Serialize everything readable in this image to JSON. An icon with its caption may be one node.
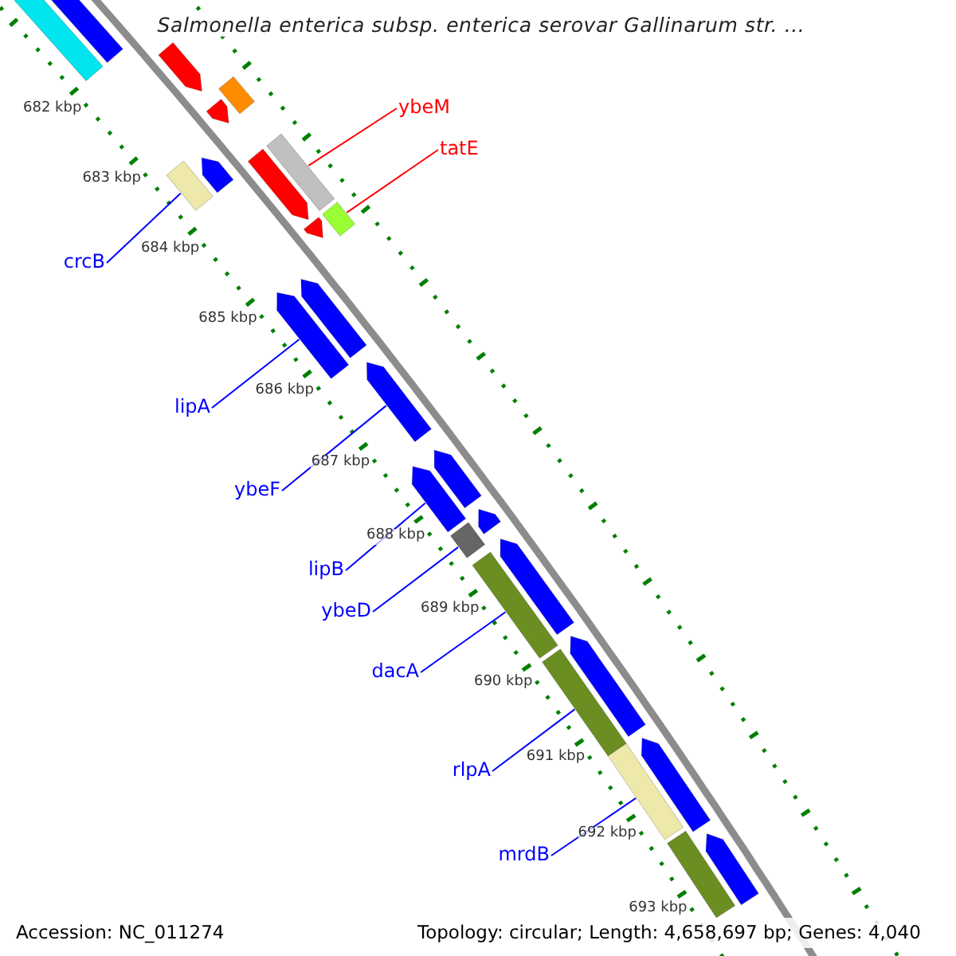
{
  "diagram": {
    "title": "Salmonella enterica subsp. enterica serovar Gallinarum str. ...",
    "nodes": [
      {
        "text": [
          "ybeM"
        ]
      },
      {
        "text": [
          "tatE"
        ]
      },
      {
        "text": [
          "crcB"
        ]
      },
      {
        "text": [
          "lipA"
        ]
      },
      {
        "text": [
          "ybeF"
        ]
      },
      {
        "text": [
          "lipB"
        ]
      },
      {
        "text": [
          "ybeD"
        ]
      },
      {
        "text": [
          "dacA"
        ]
      },
      {
        "text": [
          "rlpA"
        ]
      },
      {
        "text": [
          "mrdB"
        ]
      },
      {
        "text": [],
        "shape": "bar"
      },
      {
        "text": [],
        "shape": "arrow"
      },
      {
        "text": [],
        "shape": "arrow"
      },
      {
        "text": [],
        "shape": "bar"
      },
      {
        "text": [],
        "shape": "arrow"
      },
      {
        "text": [],
        "shape": "bar"
      },
      {
        "text": [],
        "shape": "arrow"
      },
      {
        "text": [],
        "shape": "arrow"
      },
      {
        "text": [],
        "shape": "bar"
      },
      {
        "text": [],
        "shape": "arrow"
      },
      {
        "text": [],
        "shape": "bar"
      },
      {
        "text": [],
        "shape": "arrow"
      },
      {
        "text": [],
        "shape": "arrow"
      },
      {
        "text": [],
        "shape": "arrow"
      },
      {
        "text": [],
        "shape": "arrow"
      },
      {
        "text": [],
        "shape": "arrow"
      },
      {
        "text": [],
        "shape": "arrow"
      },
      {
        "text": [],
        "shape": "bar"
      },
      {
        "text": [],
        "shape": "arrow"
      },
      {
        "text": [],
        "shape": "bar"
      },
      {
        "text": [],
        "shape": "arrow"
      },
      {
        "text": [],
        "shape": "bar"
      },
      {
        "text": [],
        "shape": "bar"
      },
      {
        "text": [],
        "shape": "arrow"
      },
      {
        "text": [],
        "shape": "bar"
      },
      {
        "text": [],
        "shape": "arrow"
      }
    ],
    "edges": [
      {
        "from": 0,
        "to": 18,
        "arrow": "none",
        "color": "#ff0000"
      },
      {
        "from": 1,
        "to": 20,
        "arrow": "none",
        "color": "#ff0000"
      },
      {
        "from": 2,
        "to": 15,
        "arrow": "none"
      },
      {
        "from": 3,
        "to": 21,
        "arrow": "none"
      },
      {
        "from": 4,
        "to": 23,
        "arrow": "none"
      },
      {
        "from": 5,
        "to": 24,
        "arrow": "none"
      },
      {
        "from": 6,
        "to": 27,
        "arrow": "none"
      },
      {
        "from": 7,
        "to": 29,
        "arrow": "none"
      },
      {
        "from": 8,
        "to": 31,
        "arrow": "none"
      },
      {
        "from": 9,
        "to": 32,
        "arrow": "none"
      }
    ],
    "labels": [
      "682 kbp",
      "683 kbp",
      "684 kbp",
      "685 kbp",
      "686 kbp",
      "687 kbp",
      "688 kbp",
      "689 kbp",
      "690 kbp",
      "691 kbp",
      "692 kbp",
      "693 kbp",
      "Accession: NC_011274",
      "Topology: circular; Length: 4,658,697 bp; Genes: 4,040"
    ]
  }
}
